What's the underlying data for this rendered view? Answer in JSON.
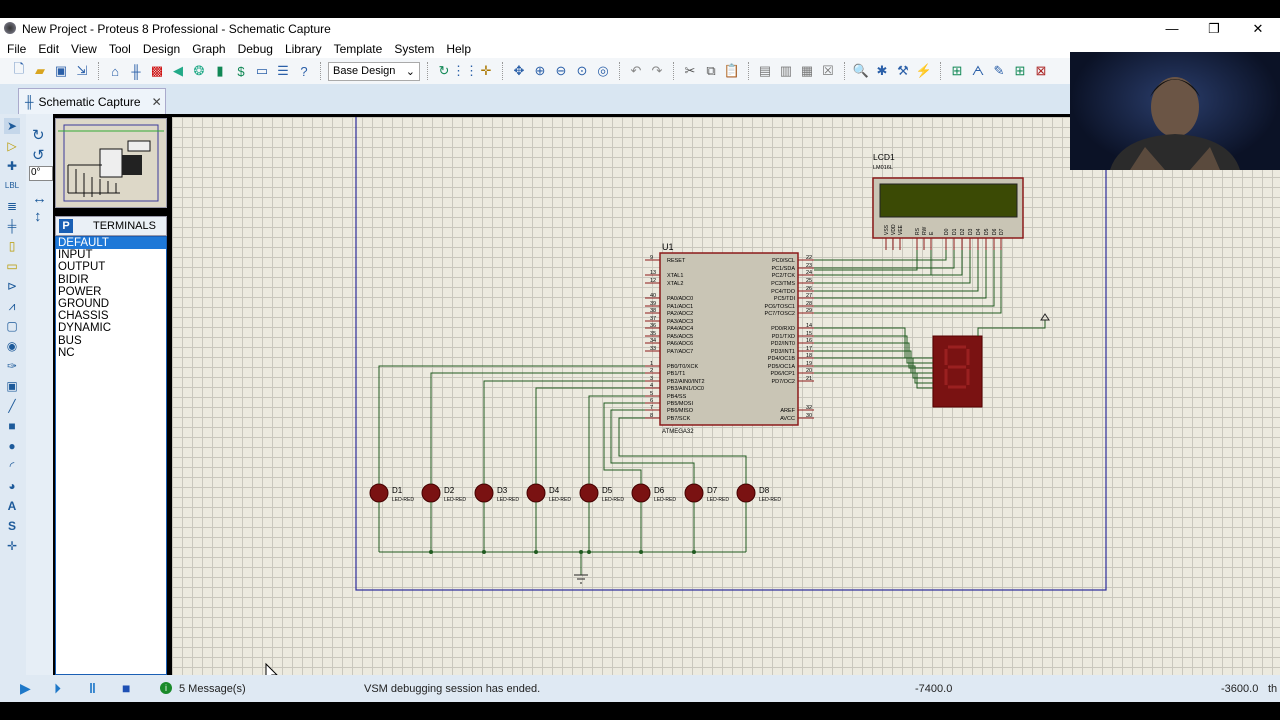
{
  "window": {
    "title": "New Project - Proteus 8 Professional - Schematic Capture",
    "minimize": "—",
    "restore": "❐",
    "close": "✕"
  },
  "menu": [
    "File",
    "Edit",
    "View",
    "Tool",
    "Design",
    "Graph",
    "Debug",
    "Library",
    "Template",
    "System",
    "Help"
  ],
  "toolbar": {
    "variant_select": "Base Design"
  },
  "tab": {
    "label": "Schematic Capture",
    "close": "✕"
  },
  "rotation": {
    "angle": "0°"
  },
  "terminals": {
    "header_icon": "P",
    "title": "TERMINALS",
    "items": [
      "DEFAULT",
      "INPUT",
      "OUTPUT",
      "BIDIR",
      "POWER",
      "GROUND",
      "CHASSIS",
      "DYNAMIC",
      "BUS",
      "NC"
    ],
    "selected": "DEFAULT"
  },
  "schematic": {
    "u1": {
      "ref": "U1",
      "part": "ATMEGA32",
      "left_pins": [
        [
          "9",
          "RESET"
        ],
        [
          "13",
          "XTAL1"
        ],
        [
          "12",
          "XTAL2"
        ],
        [
          "40",
          "PA0/ADC0"
        ],
        [
          "39",
          "PA1/ADC1"
        ],
        [
          "38",
          "PA2/ADC2"
        ],
        [
          "37",
          "PA3/ADC3"
        ],
        [
          "36",
          "PA4/ADC4"
        ],
        [
          "35",
          "PA5/ADC5"
        ],
        [
          "34",
          "PA6/ADC6"
        ],
        [
          "33",
          "PA7/ADC7"
        ],
        [
          "1",
          "PB0/T0/XCK"
        ],
        [
          "2",
          "PB1/T1"
        ],
        [
          "3",
          "PB2/AIN0/INT2"
        ],
        [
          "4",
          "PB3/AIN1/OC0"
        ],
        [
          "5",
          "PB4/SS"
        ],
        [
          "6",
          "PB5/MOSI"
        ],
        [
          "7",
          "PB6/MISO"
        ],
        [
          "8",
          "PB7/SCK"
        ]
      ],
      "right_pins": [
        [
          "22",
          "PC0/SCL"
        ],
        [
          "23",
          "PC1/SDA"
        ],
        [
          "24",
          "PC2/TCK"
        ],
        [
          "25",
          "PC3/TMS"
        ],
        [
          "26",
          "PC4/TDO"
        ],
        [
          "27",
          "PC5/TDI"
        ],
        [
          "28",
          "PC6/TOSC1"
        ],
        [
          "29",
          "PC7/TOSC2"
        ],
        [
          "14",
          "PD0/RXD"
        ],
        [
          "15",
          "PD1/TXD"
        ],
        [
          "16",
          "PD2/INT0"
        ],
        [
          "17",
          "PD3/INT1"
        ],
        [
          "18",
          "PD4/OC1B"
        ],
        [
          "19",
          "PD5/OC1A"
        ],
        [
          "20",
          "PD6/ICP1"
        ],
        [
          "21",
          "PD7/OC2"
        ],
        [
          "32",
          "AREF"
        ],
        [
          "30",
          "AVCC"
        ]
      ]
    },
    "lcd": {
      "ref": "LCD1",
      "part": "LM016L",
      "pins": [
        "VSS",
        "VDD",
        "VEE",
        "RS",
        "RW",
        "E",
        "D0",
        "D1",
        "D2",
        "D3",
        "D4",
        "D5",
        "D6",
        "D7"
      ]
    },
    "leds": [
      {
        "ref": "D1",
        "part": "LED-RED"
      },
      {
        "ref": "D2",
        "part": "LED-RED"
      },
      {
        "ref": "D3",
        "part": "LED-RED"
      },
      {
        "ref": "D4",
        "part": "LED-RED"
      },
      {
        "ref": "D5",
        "part": "LED-RED"
      },
      {
        "ref": "D6",
        "part": "LED-RED"
      },
      {
        "ref": "D7",
        "part": "LED-RED"
      },
      {
        "ref": "D8",
        "part": "LED-RED"
      }
    ],
    "colors": {
      "component_fill": "#c9c5b5",
      "component_border": "#8b1a1a",
      "wire": "#1f5a1f",
      "led": "#7a1212",
      "lcd_screen": "#3b4a05",
      "sheet_border": "#2b2b9a"
    }
  },
  "status": {
    "messages": "5 Message(s)",
    "text": "VSM debugging session has ended.",
    "x": "-7400.0",
    "y": "-3600.0",
    "units": "th"
  }
}
